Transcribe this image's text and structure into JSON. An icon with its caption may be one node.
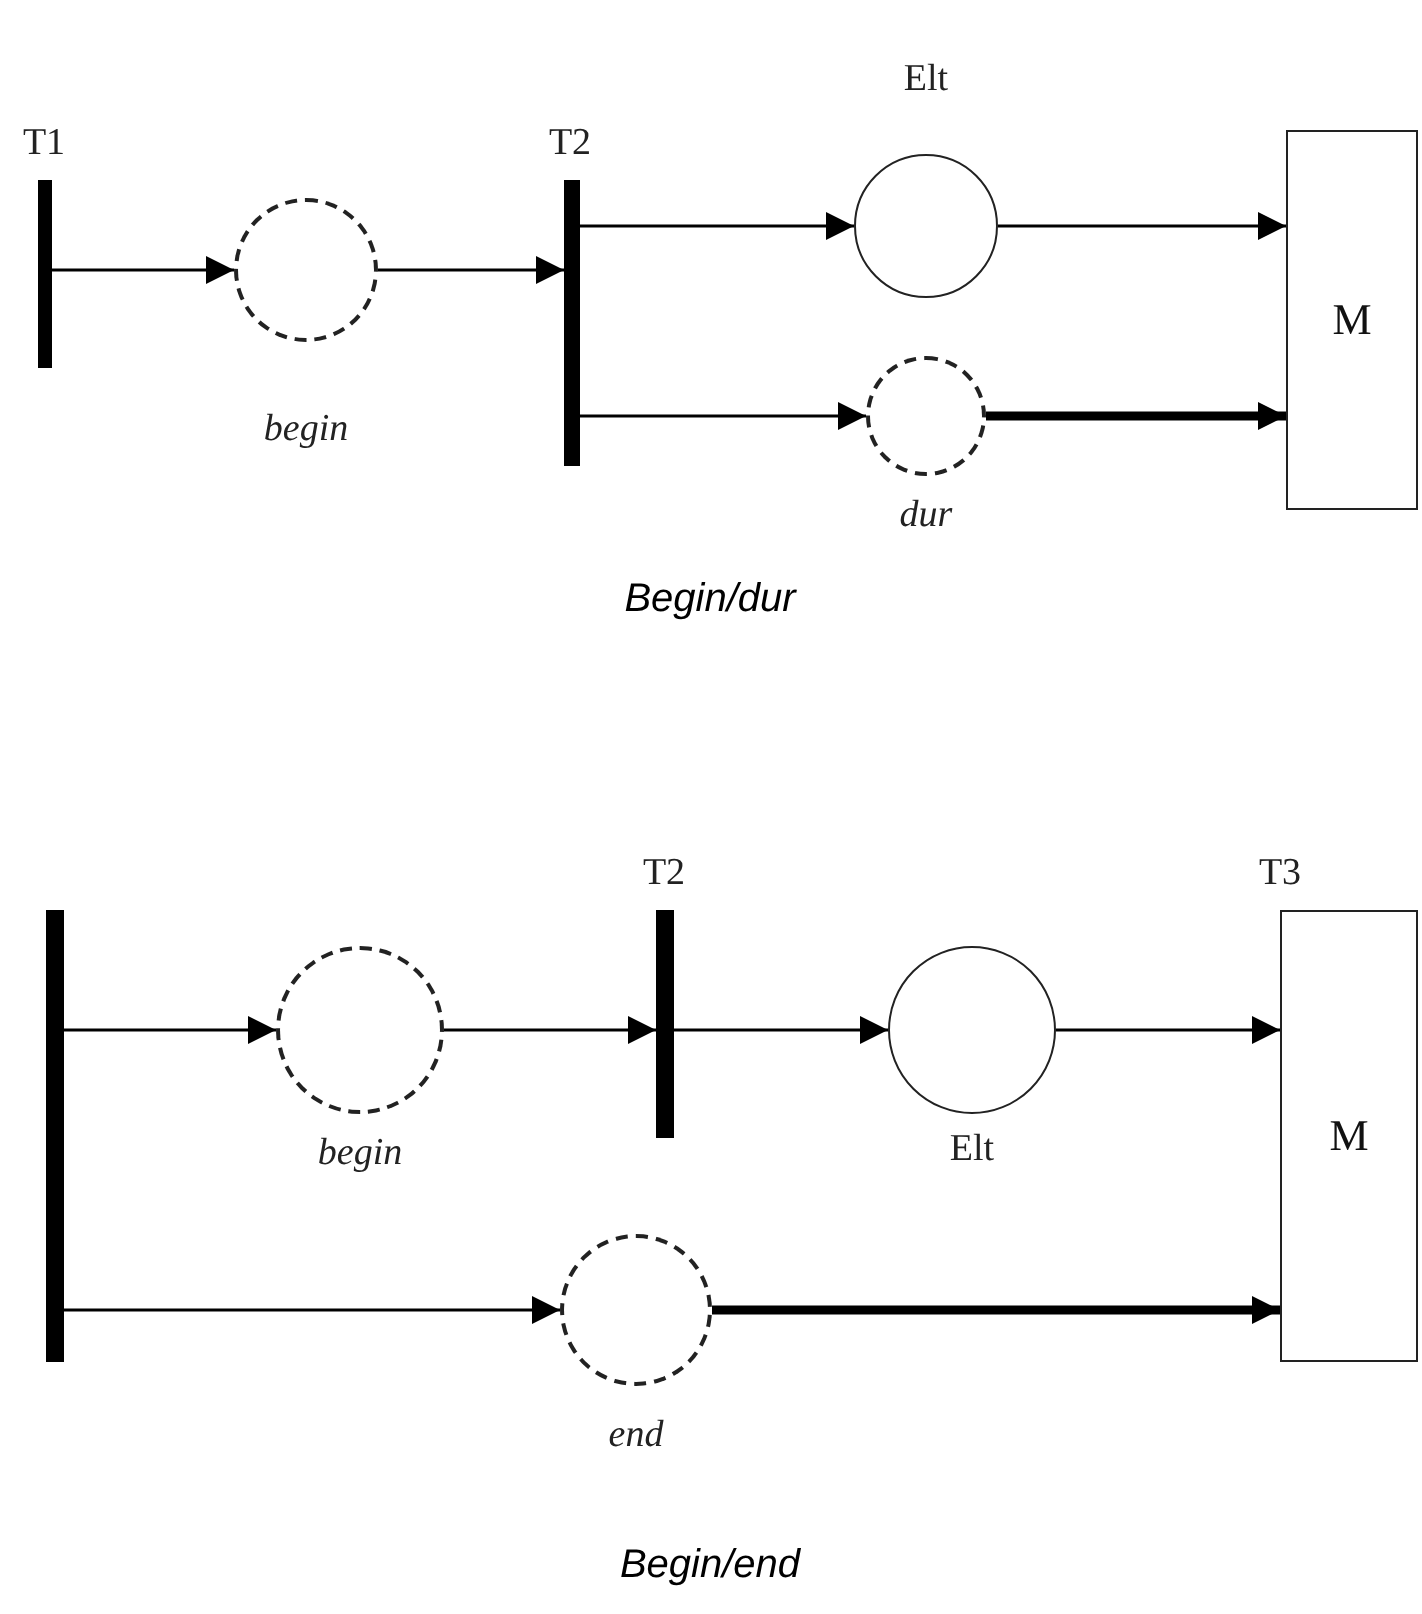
{
  "diagram": {
    "nodes": [
      {
        "text": [],
        "shape": "bar",
        "beside": [
          "T1"
        ]
      },
      {
        "text": [],
        "shape": "dashed-circle",
        "beside": [
          "begin"
        ]
      },
      {
        "text": [],
        "shape": "bar",
        "beside": [
          "T2"
        ]
      },
      {
        "text": [],
        "shape": "circle",
        "beside": [
          "Elt"
        ]
      },
      {
        "text": [],
        "shape": "dashed-circle",
        "beside": [
          "dur"
        ]
      },
      {
        "text": [
          "M"
        ]
      },
      {
        "text": [],
        "shape": "bar"
      },
      {
        "text": [],
        "shape": "dashed-circle",
        "beside": [
          "begin"
        ]
      },
      {
        "text": [],
        "shape": "bar",
        "beside": [
          "T2"
        ]
      },
      {
        "text": [],
        "shape": "circle",
        "beside": [
          "Elt"
        ]
      },
      {
        "text": [],
        "shape": "dashed-circle",
        "beside": [
          "end"
        ]
      },
      {
        "text": [
          "M"
        ],
        "beside": [
          "T3"
        ]
      }
    ],
    "edges": [
      {
        "from": 0,
        "to": 1,
        "arrow": "to"
      },
      {
        "from": 1,
        "to": 2,
        "arrow": "to"
      },
      {
        "from": 2,
        "to": 3,
        "arrow": "to"
      },
      {
        "from": 2,
        "to": 4,
        "arrow": "to"
      },
      {
        "from": 3,
        "to": 5,
        "arrow": "to"
      },
      {
        "from": 4,
        "to": 5,
        "arrow": "to",
        "style": "thick"
      },
      {
        "from": 6,
        "to": 7,
        "arrow": "to"
      },
      {
        "from": 7,
        "to": 8,
        "arrow": "to"
      },
      {
        "from": 8,
        "to": 9,
        "arrow": "to"
      },
      {
        "from": 9,
        "to": 11,
        "arrow": "to"
      },
      {
        "from": 6,
        "to": 10,
        "arrow": "to"
      },
      {
        "from": 10,
        "to": 11,
        "arrow": "to",
        "style": "thick"
      }
    ],
    "labels": [
      "Begin/dur",
      "Begin/end"
    ]
  }
}
